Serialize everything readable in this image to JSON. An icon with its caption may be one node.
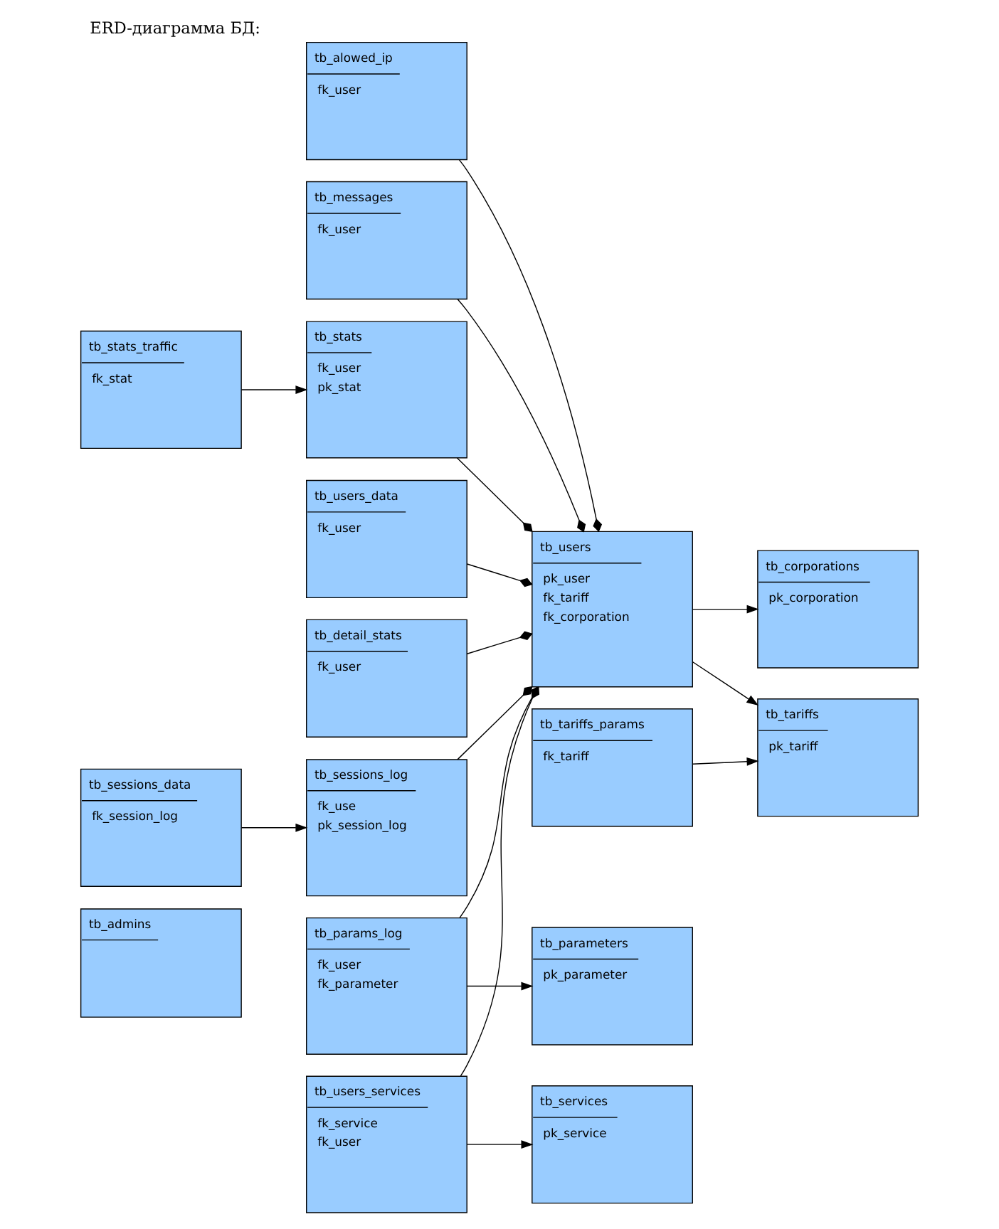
{
  "diagram": {
    "title": "ERD-диаграмма БД:",
    "nodes": [
      {
        "text": [
          "tb_admins"
        ]
      },
      {
        "text": [
          "tb_alowed_ip",
          "fk_user"
        ]
      },
      {
        "text": [
          "tb_messages",
          "fk_user"
        ]
      },
      {
        "text": [
          "tb_params_log",
          "fk_user",
          "fk_parameter"
        ]
      },
      {
        "text": [
          "tb_parameters",
          "pk_parameter"
        ]
      },
      {
        "text": [
          "tb_stats",
          "fk_user",
          "pk_stat"
        ]
      },
      {
        "text": [
          "tb_users_data",
          "fk_user"
        ]
      },
      {
        "text": [
          "tb_users",
          "pk_user",
          "fk_tariff",
          "fk_corporation"
        ]
      },
      {
        "text": [
          "tb_corporations",
          "pk_corporation"
        ]
      },
      {
        "text": [
          "tb_stats_traffic",
          "fk_stat"
        ]
      },
      {
        "text": [
          "tb_tariffs_params",
          "fk_tariff"
        ]
      },
      {
        "text": [
          "tb_services",
          "pk_service"
        ]
      },
      {
        "text": [
          "tb_users_services",
          "fk_service",
          "fk_user"
        ]
      },
      {
        "text": [
          "tb_detail_stats",
          "fk_user"
        ]
      },
      {
        "text": [
          "tb_sessions_log",
          "fk_use",
          "pk_session_log"
        ]
      },
      {
        "text": [
          "tb_sessions_data",
          "fk_session_log"
        ]
      },
      {
        "text": [
          "tb_tariffs",
          "pk_tariff"
        ]
      }
    ],
    "edges": [
      {
        "from": 1,
        "to": 7,
        "arrow": "other"
      },
      {
        "from": 6,
        "to": 7,
        "arrow": "other"
      },
      {
        "from": 2,
        "to": 7,
        "arrow": "other"
      },
      {
        "from": 3,
        "to": 7,
        "arrow": "other"
      },
      {
        "from": 5,
        "to": 7,
        "arrow": "other"
      },
      {
        "from": 12,
        "to": 7,
        "arrow": "other"
      },
      {
        "from": 13,
        "to": 7,
        "arrow": "other"
      },
      {
        "from": 14,
        "to": 7,
        "arrow": "other"
      },
      {
        "from": 12,
        "to": 11,
        "arrow": "to"
      },
      {
        "from": 7,
        "to": 8,
        "arrow": "to"
      },
      {
        "from": 3,
        "to": 4,
        "arrow": "to"
      },
      {
        "from": 9,
        "to": 5,
        "arrow": "to"
      },
      {
        "from": 7,
        "to": 16,
        "arrow": "to"
      },
      {
        "from": 10,
        "to": 16,
        "arrow": "to"
      },
      {
        "from": 15,
        "to": 14,
        "arrow": "to"
      }
    ]
  }
}
